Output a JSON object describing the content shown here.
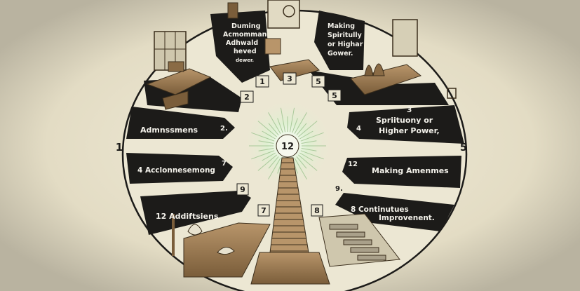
{
  "colors": {
    "background": "#d8d3c1",
    "circle_fill": "#ece7d3",
    "panel_dark": "#1c1b19",
    "wood": "#a9865b",
    "wood_dark": "#6e5434",
    "glow": "#c7e5b6"
  },
  "center_number": "12",
  "outer_numbers": {
    "left": "1",
    "right": "5"
  },
  "panels": [
    {
      "id": "top-left",
      "lines": [
        "Duming",
        "Acmomman",
        "Adhwald",
        "heved",
        "dewer."
      ]
    },
    {
      "id": "top-right",
      "lines": [
        "Making",
        "Spiritully",
        "or Highar",
        "Gower."
      ]
    },
    {
      "id": "left-1",
      "lines": [
        "Admnssmens"
      ],
      "number": "2."
    },
    {
      "id": "left-2",
      "lines": [
        "4 Acclonnesemong"
      ],
      "number": "7"
    },
    {
      "id": "left-3",
      "lines": [
        "12   Addiftsiens"
      ],
      "number": "9"
    },
    {
      "id": "right-1",
      "lines": [
        "3",
        "Spriituony or",
        "Higher Power,"
      ],
      "number": "4"
    },
    {
      "id": "right-2",
      "lines": [
        "Making Amenmes"
      ],
      "number": "12"
    },
    {
      "id": "right-3",
      "lines": [
        "8 Continutues",
        "Improvenent."
      ],
      "number": "9."
    }
  ],
  "top_numbers": [
    "2",
    "1",
    "3",
    "5",
    "5"
  ],
  "bottom_numbers": [
    "7",
    "8"
  ]
}
